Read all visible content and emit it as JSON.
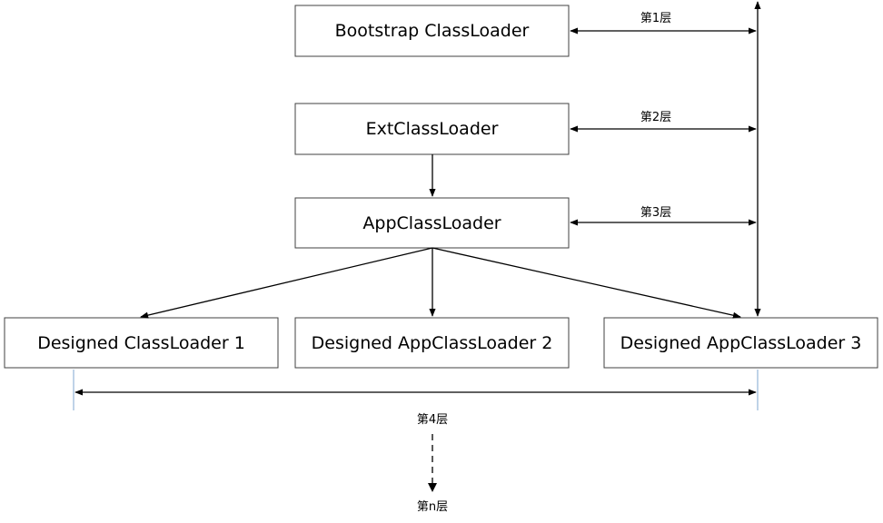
{
  "nodes": {
    "bootstrap": "Bootstrap ClassLoader",
    "ext": "ExtClassLoader",
    "app": "AppClassLoader",
    "custom1": "Designed ClassLoader 1",
    "custom2": "Designed AppClassLoader 2",
    "custom3": "Designed AppClassLoader 3"
  },
  "levels": {
    "l1": "第1层",
    "l2": "第2层",
    "l3": "第3层",
    "l4": "第4层",
    "ln": "第n层"
  }
}
